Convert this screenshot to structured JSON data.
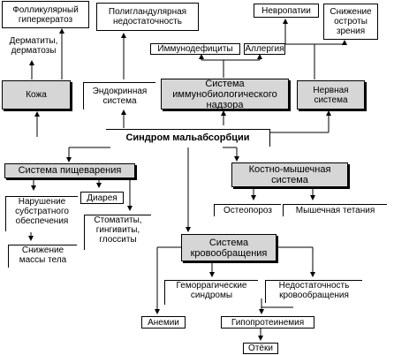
{
  "nodes": {
    "follicular": "Фолликулярный\nгиперкератоз",
    "dermatitis": "Дерматиты,\nдерматозы",
    "skin": "Кожа",
    "polyglandular": "Полигландулярная\nнедостаточность",
    "endocrine": "Эндокринная\nсистема",
    "immunodef": "Иммунодефициты",
    "allergy": "Аллергия",
    "immune_system": "Система\nиммунобиологического\nнадзора",
    "neuropathy": "Невропатии",
    "vision": "Снижение\nостроты\nзрения",
    "nervous": "Нервная\nсистема",
    "malabsorption": "Синдром мальабсорбции",
    "digestive": "Система пищеварения",
    "musculoskeletal": "Костно-мышечная\nсистема",
    "substrate": "Нарушение\nсубстратного\nобеспечения",
    "diarrhea": "Диарея",
    "stomatitis": "Стоматиты,\nгингивиты,\nглосситы",
    "weight_loss": "Снижение\nмассы тела",
    "osteoporosis": "Остеопороз",
    "tetany": "Мышечная тетания",
    "circulatory": "Система\nкровообращения",
    "hemorrhagic": "Геморрагические\nсиндромы",
    "circ_insufficiency": "Недостаточность\nкровообращения",
    "anemia": "Анемии",
    "hypoproteinemia": "Гипопротеинемия",
    "edema": "Отёки"
  },
  "colors": {
    "grey_fill": "#d6d6d6",
    "line": "#000000"
  }
}
